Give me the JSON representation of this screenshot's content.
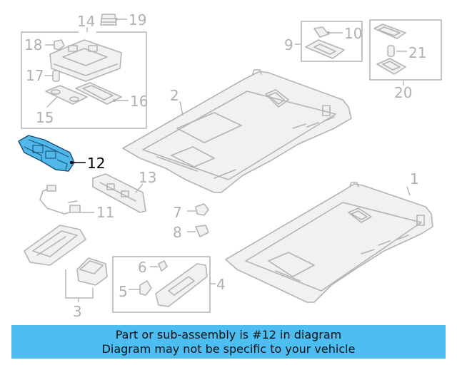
{
  "banner": {
    "line1": "Part or sub-assembly is #12 in diagram",
    "line2": "Diagram may not be specific to your vehicle"
  },
  "callouts": {
    "c1": "1",
    "c2": "2",
    "c3": "3",
    "c4": "4",
    "c5": "5",
    "c6": "6",
    "c7": "7",
    "c8": "8",
    "c9": "9",
    "c10": "10",
    "c11": "11",
    "c12": "12",
    "c13": "13",
    "c14": "14",
    "c15": "15",
    "c16": "16",
    "c17": "17",
    "c18": "18",
    "c19": "19",
    "c20": "20",
    "c21": "21"
  },
  "highlighted_part": "12",
  "colors": {
    "highlight": "#4fb8e8",
    "banner": "#4dbef2",
    "line_art": "#b4b4b4"
  }
}
